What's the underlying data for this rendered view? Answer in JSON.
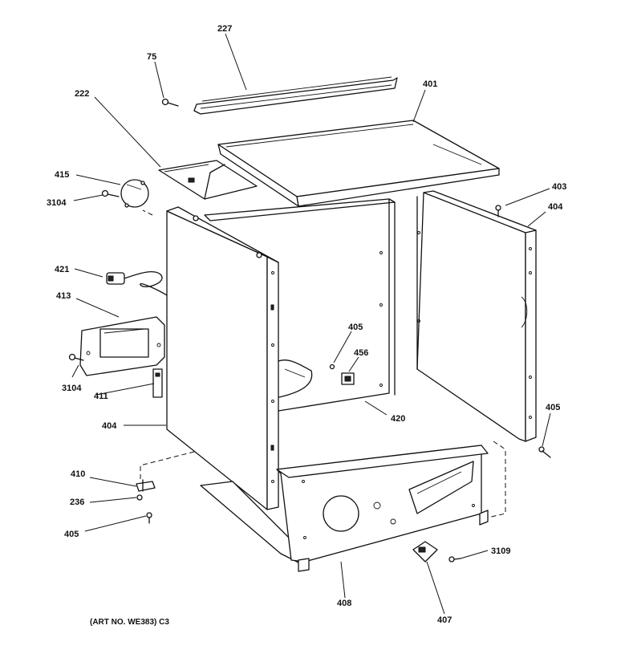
{
  "part_labels": {
    "p227": "227",
    "p75": "75",
    "p222": "222",
    "p401": "401",
    "p415": "415",
    "p3104a": "3104",
    "p403": "403",
    "p404a": "404",
    "p421": "421",
    "p413": "413",
    "p405a": "405",
    "p456": "456",
    "p3104b": "3104",
    "p411": "411",
    "p420": "420",
    "p404b": "404",
    "p405b": "405",
    "p410": "410",
    "p236": "236",
    "p405c": "405",
    "p3109": "3109",
    "p408": "408",
    "p407": "407"
  },
  "art_number": "(ART NO. WE383) C3"
}
